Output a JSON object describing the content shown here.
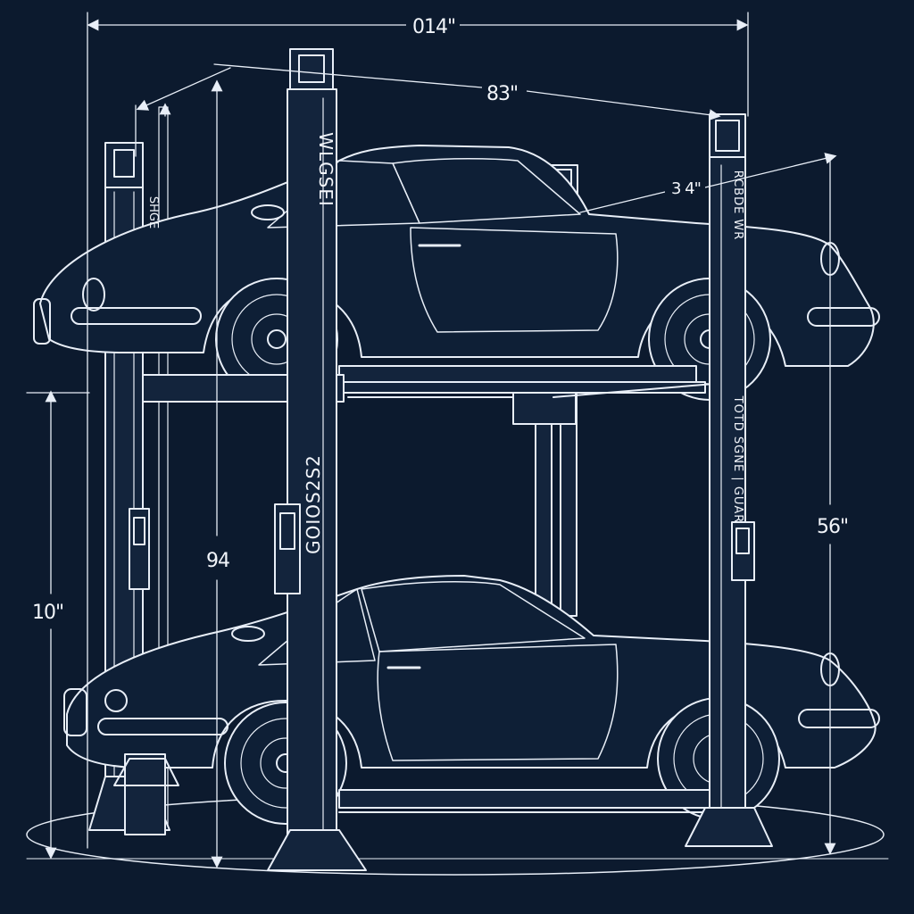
{
  "dimensions": {
    "top_width": "014\"",
    "diagonal_length": "83\"",
    "right_offset": "3 4\"",
    "rear_post_height": "94",
    "right_height": "56\"",
    "left_height": "10\""
  },
  "post_labels": {
    "front_left_top": "WLGSEI",
    "front_left_bottom": "GOIOS2S2",
    "rear_left": "SHGE",
    "rear_right_top": "RCBDE WR",
    "rear_right_bottom": "TOTD SGNE | GUAR"
  },
  "colors": {
    "background": "#0c1a2e",
    "line": "#e8eef7",
    "post_fill": "#13243c"
  }
}
